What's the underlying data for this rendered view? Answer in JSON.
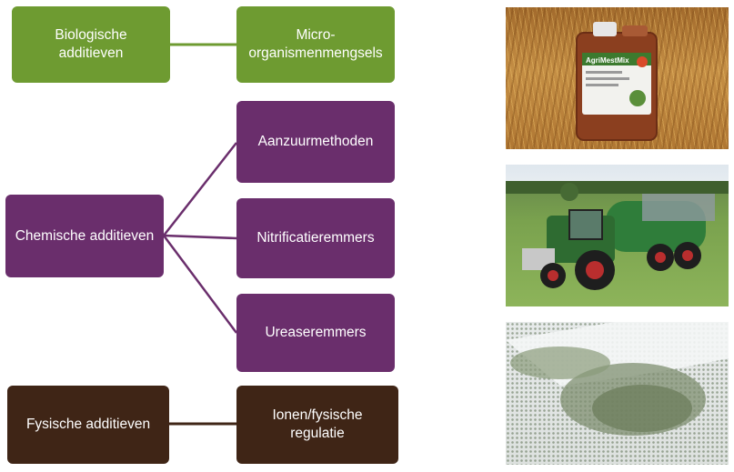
{
  "colors": {
    "biological": "#6e9b31",
    "chemical": "#6a2e6c",
    "physical": "#3f2516",
    "text": "#ffffff"
  },
  "rows": {
    "biological": {
      "category": "Biologische\nadditieven",
      "items": [
        "Micro-\norganismenmengsels"
      ]
    },
    "chemical": {
      "category": "Chemische additieven",
      "items": [
        "Aanzuurmethoden",
        "Nitrificatieremmers",
        "Ureaseremmers"
      ]
    },
    "physical": {
      "category": "Fysische additieven",
      "items": [
        "Ionen/fysische\nregulatie"
      ]
    }
  },
  "photos": {
    "canister": {
      "label_brand": "AgriMestMix"
    },
    "tractor": {},
    "granules": {}
  }
}
